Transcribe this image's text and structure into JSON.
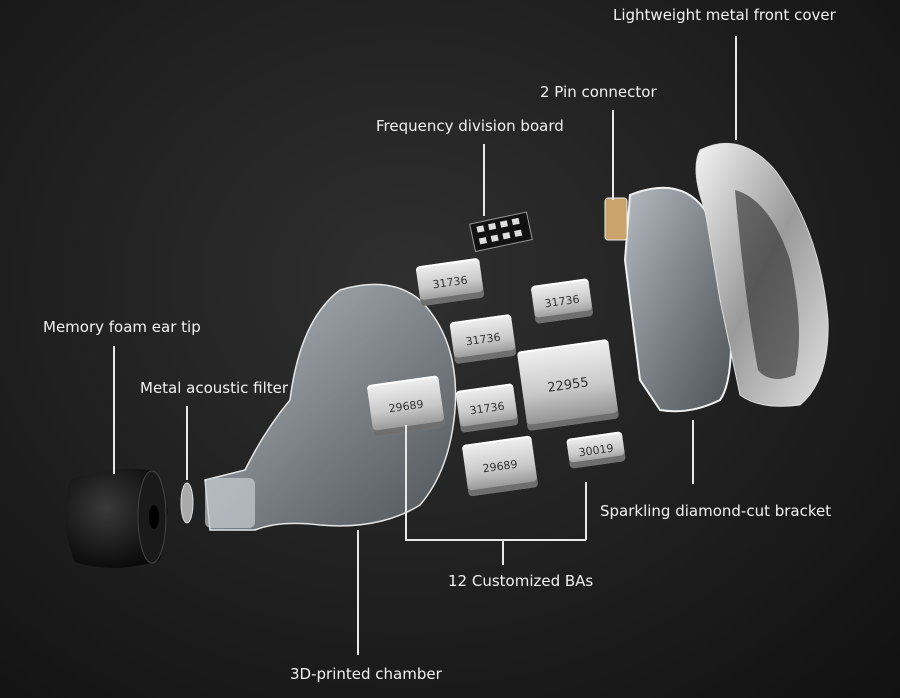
{
  "labels": {
    "front_cover": "Lightweight metal front cover",
    "pin_connector": "2 Pin connector",
    "freq_board": "Frequency division board",
    "ear_tip": "Memory foam ear tip",
    "acoustic_filter": "Metal acoustic filter",
    "bracket": "Sparkling diamond-cut bracket",
    "bas": "12 Customized BAs",
    "chamber": "3D-printed chamber"
  },
  "ba_units": [
    "31736",
    "31736",
    "31736",
    "31736",
    "22955",
    "29689",
    "29689",
    "30019"
  ],
  "colors": {
    "background": "#1e1e1e",
    "text": "#f2f2f2",
    "leader_line": "#e8e8e8"
  }
}
